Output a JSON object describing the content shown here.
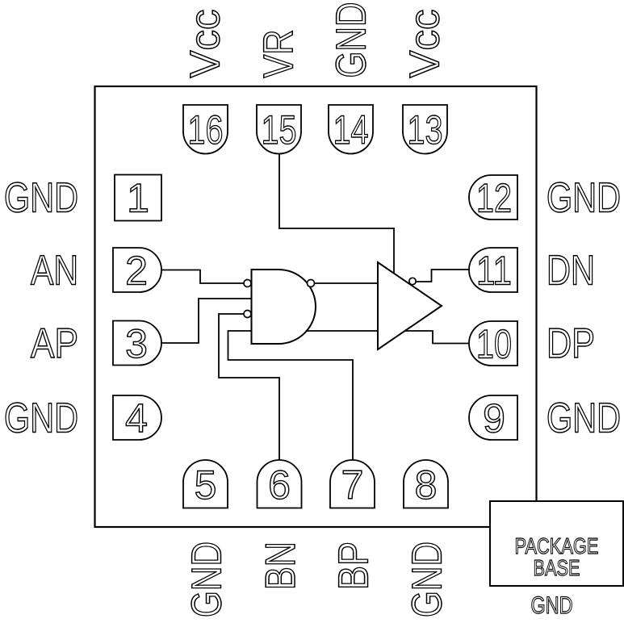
{
  "pins": {
    "top": [
      {
        "number": "16",
        "label": "Vcc"
      },
      {
        "number": "15",
        "label": "VR"
      },
      {
        "number": "14",
        "label": "GND"
      },
      {
        "number": "13",
        "label": "Vcc"
      }
    ],
    "left": [
      {
        "number": "1",
        "label": "GND"
      },
      {
        "number": "2",
        "label": "AN"
      },
      {
        "number": "3",
        "label": "AP"
      },
      {
        "number": "4",
        "label": "GND"
      }
    ],
    "right": [
      {
        "number": "12",
        "label": "GND"
      },
      {
        "number": "11",
        "label": "DN"
      },
      {
        "number": "10",
        "label": "DP"
      },
      {
        "number": "9",
        "label": "GND"
      }
    ],
    "bottom": [
      {
        "number": "5",
        "label": "GND"
      },
      {
        "number": "6",
        "label": "BN"
      },
      {
        "number": "7",
        "label": "BP"
      },
      {
        "number": "8",
        "label": "GND"
      }
    ]
  },
  "package_base": {
    "title_line1": "PACKAGE",
    "title_line2": "BASE",
    "ground": "GND"
  },
  "colors": {
    "line": "#000000",
    "background": "#ffffff"
  }
}
